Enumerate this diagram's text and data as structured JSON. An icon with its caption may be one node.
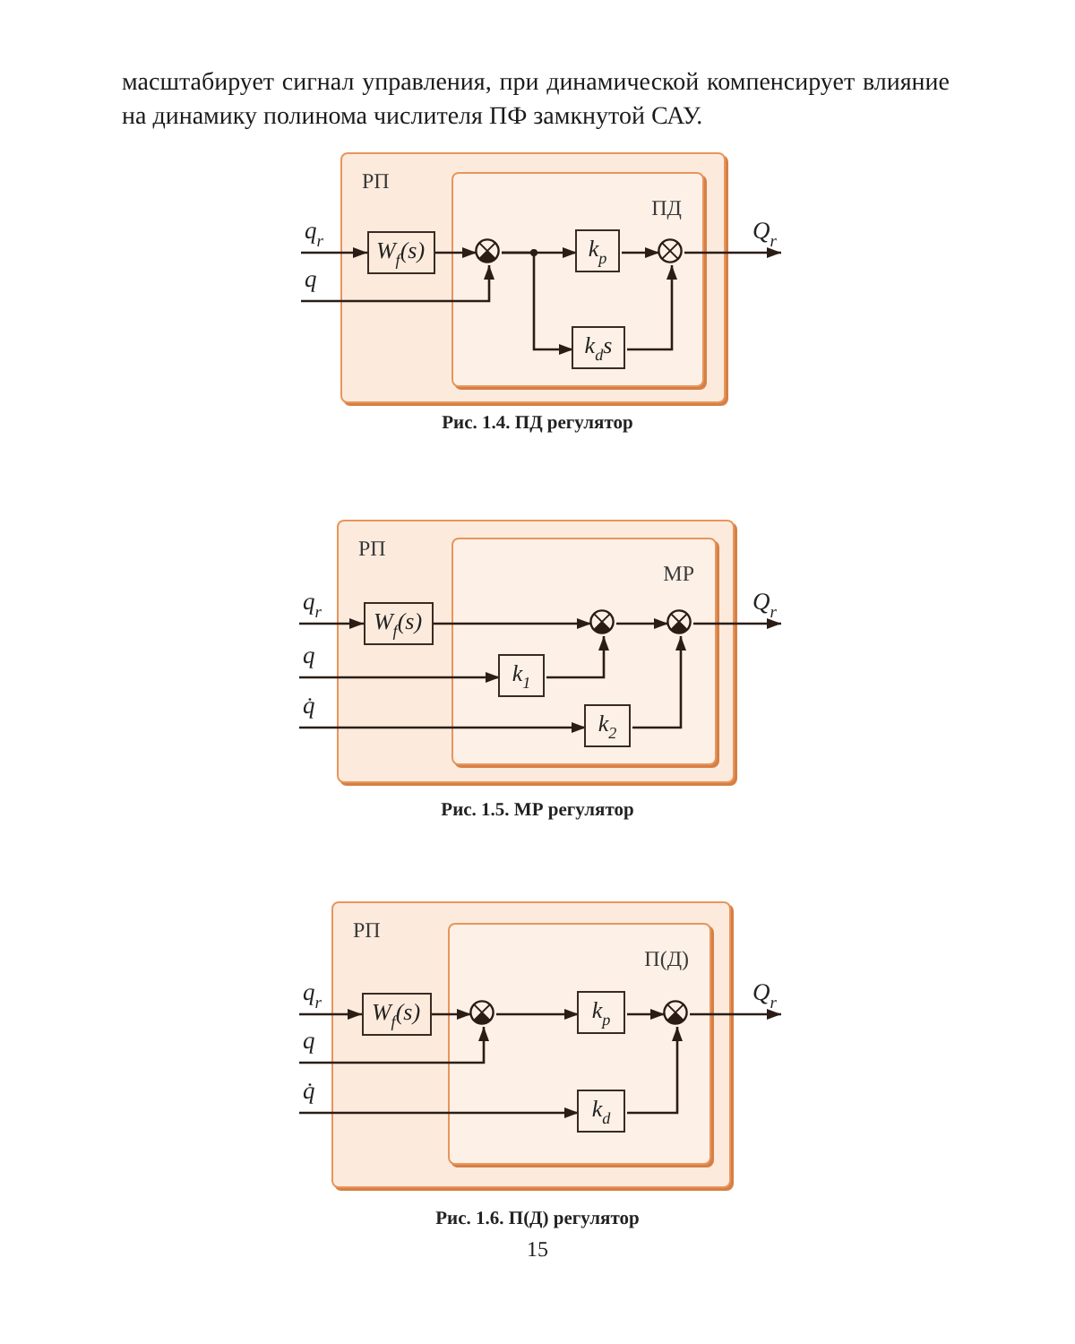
{
  "diagram": {
    "nodes": [
      {
        "text": [
          "РП"
        ]
      },
      {
        "text": [
          "ПД"
        ],
        "in": 0
      },
      {
        "text": [
          "q$_{r}$"
        ]
      },
      {
        "text": [
          "W$_{f}$(s)"
        ],
        "in": 0
      },
      {
        "text": [],
        "shape": "circle",
        "in": 1
      },
      {
        "text": [
          "k$_{p}$"
        ],
        "in": 1
      },
      {
        "text": [],
        "shape": "circle",
        "in": 1
      },
      {
        "text": [
          "Q$_{r}$"
        ]
      },
      {
        "text": [
          "q"
        ]
      },
      {
        "text": [
          "k$_{d}$s"
        ],
        "in": 1
      },
      {
        "text": [
          "РП"
        ]
      },
      {
        "text": [
          "МР"
        ],
        "in": 10
      },
      {
        "text": [
          "q$_{r}$"
        ]
      },
      {
        "text": [
          "W$_{f}$(s)"
        ],
        "in": 10
      },
      {
        "text": [],
        "shape": "circle",
        "in": 11
      },
      {
        "text": [],
        "shape": "circle",
        "in": 11
      },
      {
        "text": [
          "Q$_{r}$"
        ]
      },
      {
        "text": [
          "q"
        ]
      },
      {
        "text": [
          "k$_{1}$"
        ],
        "in": 11
      },
      {
        "text": [
          "q̇"
        ]
      },
      {
        "text": [
          "k$_{2}$"
        ],
        "in": 11
      },
      {
        "text": [
          "РП"
        ]
      },
      {
        "text": [
          "П(Д)"
        ],
        "in": 21
      },
      {
        "text": [
          "q$_{r}$"
        ]
      },
      {
        "text": [
          "W$_{f}$(s)"
        ],
        "in": 21
      },
      {
        "text": [],
        "shape": "circle",
        "in": 22
      },
      {
        "text": [
          "k$_{p}$"
        ],
        "in": 22
      },
      {
        "text": [],
        "shape": "circle",
        "in": 22
      },
      {
        "text": [
          "Q$_{r}$"
        ]
      },
      {
        "text": [
          "q"
        ]
      },
      {
        "text": [
          "q̇"
        ]
      },
      {
        "text": [
          "k$_{d}$"
        ],
        "in": 22
      }
    ],
    "edges": [
      {
        "from": 2,
        "to": 3,
        "arrow": "to"
      },
      {
        "from": 3,
        "to": 4,
        "arrow": "to"
      },
      {
        "from": 4,
        "to": 5,
        "arrow": "to"
      },
      {
        "from": 5,
        "to": 6,
        "arrow": "to"
      },
      {
        "from": 6,
        "to": 7,
        "arrow": "to"
      },
      {
        "from": 8,
        "to": 4,
        "arrow": "to"
      },
      {
        "from": 4,
        "to": 9,
        "arrow": "to"
      },
      {
        "from": 9,
        "to": 6,
        "arrow": "to"
      },
      {
        "from": 12,
        "to": 13,
        "arrow": "to"
      },
      {
        "from": 13,
        "to": 14,
        "arrow": "to"
      },
      {
        "from": 14,
        "to": 15,
        "arrow": "to"
      },
      {
        "from": 15,
        "to": 16,
        "arrow": "to"
      },
      {
        "from": 17,
        "to": 18,
        "arrow": "to"
      },
      {
        "from": 18,
        "to": 14,
        "arrow": "to"
      },
      {
        "from": 19,
        "to": 20,
        "arrow": "to"
      },
      {
        "from": 20,
        "to": 15,
        "arrow": "to"
      },
      {
        "from": 23,
        "to": 24,
        "arrow": "to"
      },
      {
        "from": 24,
        "to": 25,
        "arrow": "to"
      },
      {
        "from": 25,
        "to": 26,
        "arrow": "to"
      },
      {
        "from": 26,
        "to": 27,
        "arrow": "to"
      },
      {
        "from": 27,
        "to": 28,
        "arrow": "to"
      },
      {
        "from": 29,
        "to": 25,
        "arrow": "to"
      },
      {
        "from": 30,
        "to": 31,
        "arrow": "to"
      },
      {
        "from": 31,
        "to": 27,
        "arrow": "to"
      }
    ],
    "labels": [
      "масштабирует сигнал управления, при динамической компенсирует влияние на динамику полинома числителя ПФ замкнутой САУ.",
      "Рис. 1.4. ПД регулятор",
      "Рис. 1.5. МР регулятор",
      "Рис. 1.6. П(Д) регулятор",
      "15"
    ]
  }
}
